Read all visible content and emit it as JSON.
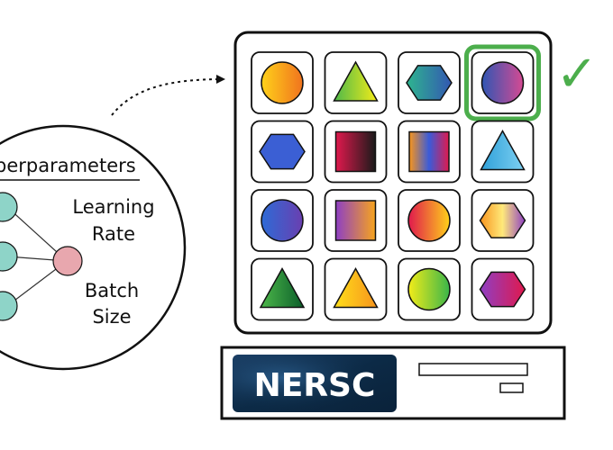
{
  "labels": {
    "hyperparameters": "perparameters",
    "learning_rate_line1": "Learning",
    "learning_rate_line2": "Rate",
    "batch_size_line1": "Batch",
    "batch_size_line2": "Size",
    "logo_text": "NERSC"
  },
  "checkmark": "✓",
  "grid": {
    "selected_index": 3,
    "tiles": [
      {
        "shape": "circle",
        "colors": [
          "#ffd21a",
          "#f0731e"
        ]
      },
      {
        "shape": "triangle",
        "colors": [
          "#4db84a",
          "#f3ec19"
        ]
      },
      {
        "shape": "hexagon",
        "colors": [
          "#2eb58f",
          "#3357b2"
        ]
      },
      {
        "shape": "circle",
        "colors": [
          "#2f56b3",
          "#d64a93"
        ]
      },
      {
        "shape": "hexagon",
        "colors": [
          "#3b5fd4",
          "#3b5fd4"
        ]
      },
      {
        "shape": "square",
        "colors": [
          "#e0194d",
          "#1a1a1a"
        ]
      },
      {
        "shape": "square",
        "colors": [
          "#f7941d",
          "#3a5bd9",
          "#e0194d"
        ]
      },
      {
        "shape": "triangle",
        "colors": [
          "#2fa0d8",
          "#7dd0f2"
        ]
      },
      {
        "shape": "circle",
        "colors": [
          "#2e6bd6",
          "#6a3fb0"
        ]
      },
      {
        "shape": "square",
        "colors": [
          "#8e3fc4",
          "#f7a41d"
        ]
      },
      {
        "shape": "circle",
        "colors": [
          "#e0194d",
          "#ffd21a"
        ]
      },
      {
        "shape": "hexagon",
        "colors": [
          "#f7941d",
          "#ffe97a",
          "#8e3fc4"
        ]
      },
      {
        "shape": "triangle",
        "colors": [
          "#4db84a",
          "#0b5e2a"
        ]
      },
      {
        "shape": "triangle",
        "colors": [
          "#ffdf1a",
          "#f7941d"
        ]
      },
      {
        "shape": "circle",
        "colors": [
          "#f3ec19",
          "#39b54a"
        ]
      },
      {
        "shape": "hexagon",
        "colors": [
          "#8e3fc4",
          "#e0194d"
        ]
      }
    ]
  },
  "colors": {
    "node_teal": "#8ed4c8",
    "node_pink": "#e8a7ae",
    "select_green": "#4cae4c",
    "logo_bg": "#0c2a46"
  }
}
